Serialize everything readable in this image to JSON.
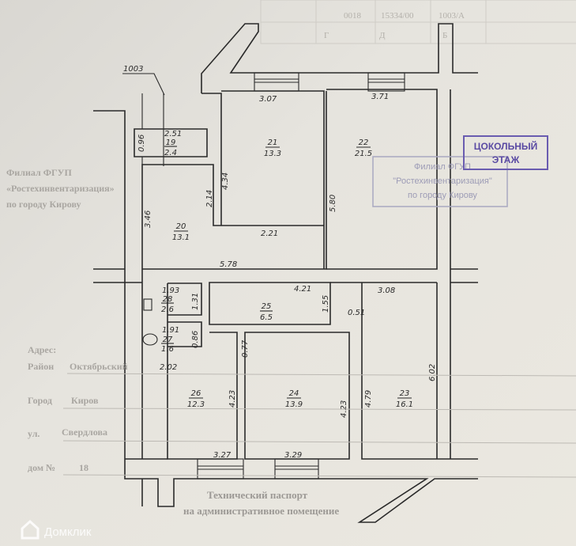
{
  "background_table": {
    "row1": [
      "0018",
      "15334/00",
      "1003/A"
    ],
    "row2": [
      "Г",
      "Д",
      "Б"
    ]
  },
  "plan_ref": "1003",
  "rooms": [
    {
      "num": "19",
      "area": "2.4"
    },
    {
      "num": "20",
      "area": "13.1"
    },
    {
      "num": "21",
      "area": "13.3"
    },
    {
      "num": "22",
      "area": "21.5"
    },
    {
      "num": "23",
      "area": "16.1"
    },
    {
      "num": "24",
      "area": "13.9"
    },
    {
      "num": "25",
      "area": "6.5"
    },
    {
      "num": "26",
      "area": "12.3"
    },
    {
      "num": "27",
      "area": "1.6"
    },
    {
      "num": "28",
      "area": "2.6"
    }
  ],
  "dimensions": {
    "d307": "3.07",
    "d371": "3.71",
    "d251": "2.51",
    "d096": "0.96",
    "d434": "4.34",
    "d214": "2.14",
    "d346": "3.46",
    "d221": "2.21",
    "d578": "5.78",
    "d580": "5.80",
    "d193": "1.93",
    "d131": "1.31",
    "d421": "4.21",
    "d155": "1.55",
    "d308": "3.08",
    "d051": "0.51",
    "d191": "1.91",
    "d086": "0.86",
    "d077": "0.77",
    "d202": "2.02",
    "d423a": "4.23",
    "d423b": "4.23",
    "d479": "4.79",
    "d602": "6.02",
    "d327": "3.27",
    "d329": "3.29"
  },
  "stamp_faint_left": [
    "Филиал ФГУП",
    "«Ростехинвентаризация»",
    "по городу Кирову"
  ],
  "stamp_blue": [
    "Филиал ФГУП",
    "\"Ростехинвентаризация\"",
    "по городу Кирову"
  ],
  "stamp_purple": [
    "ЦОКОЛЬНЫЙ",
    "ЭТАЖ"
  ],
  "doc_title": [
    "Технический паспорт",
    "на административное помещение"
  ],
  "address": {
    "heading": "Адрес:",
    "district_label": "Район",
    "district": "Октябрьский",
    "city_label": "Город",
    "city": "Киров",
    "street_label": "ул.",
    "street": "Свердлова",
    "house_label": "дом №",
    "house": "18"
  },
  "watermark": "Домклик"
}
